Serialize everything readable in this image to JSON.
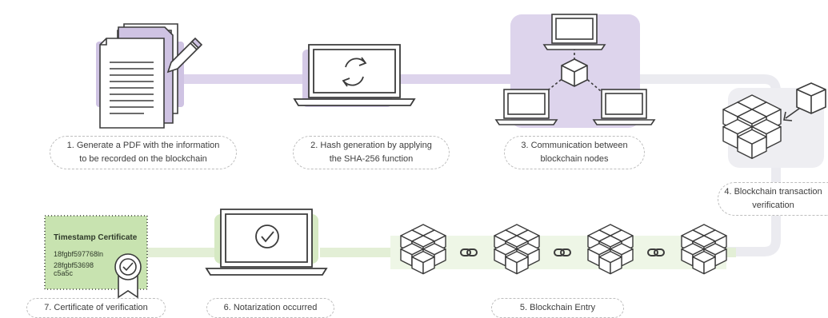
{
  "steps": {
    "s1": {
      "line1": "1. Generate a PDF with the information",
      "line2": "to be recorded on the blockchain"
    },
    "s2": {
      "line1": "2. Hash generation by applying",
      "line2": "the SHA-256 function"
    },
    "s3": {
      "line1": "3. Communication between",
      "line2": "blockchain nodes"
    },
    "s4": {
      "line1": "4. Blockchain transaction",
      "line2": "verification"
    },
    "s5": {
      "line1": "5. Blockchain Entry"
    },
    "s6": {
      "line1": "6. Notarization occurred"
    },
    "s7": {
      "line1": "7. Certificate of verification"
    }
  },
  "certificate": {
    "title": "Timestamp Certificate",
    "line1": "18fgbf597768ln",
    "line2": "28fgbf53698",
    "line3": "c5a5c"
  },
  "colors": {
    "purple": "#cfc3e3",
    "purple_line": "#ddd4ec",
    "grey": "#e9e9ee",
    "green": "#d6e9c3",
    "green_line": "#e3efd6",
    "cert_bg": "#c8e3b0",
    "stroke": "#3b3b3b"
  }
}
